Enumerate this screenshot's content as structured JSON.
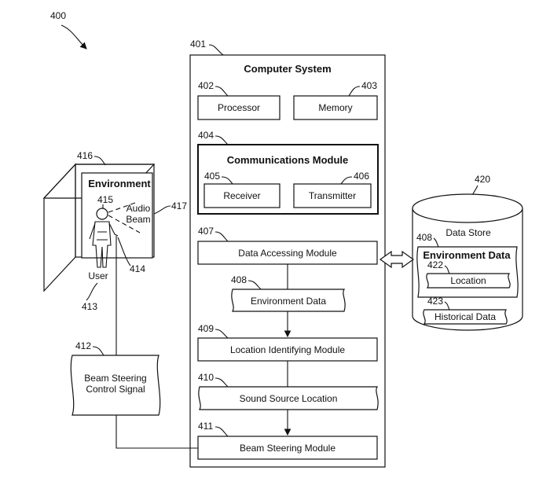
{
  "figure_number": "400",
  "computer_system": {
    "ref": "401",
    "title": "Computer System",
    "processor": {
      "ref": "402",
      "label": "Processor"
    },
    "memory": {
      "ref": "403",
      "label": "Memory"
    },
    "comms": {
      "ref": "404",
      "title": "Communications Module",
      "receiver": {
        "ref": "405",
        "label": "Receiver"
      },
      "transmitter": {
        "ref": "406",
        "label": "Transmitter"
      }
    },
    "data_accessing": {
      "ref": "407",
      "label": "Data Accessing Module"
    },
    "environment_data": {
      "ref": "408",
      "label": "Environment Data"
    },
    "location_identifying": {
      "ref": "409",
      "label": "Location Identifying Module"
    },
    "sound_source": {
      "ref": "410",
      "label": "Sound Source Location"
    },
    "beam_steering": {
      "ref": "411",
      "label": "Beam Steering Module"
    }
  },
  "control_signal": {
    "ref": "412",
    "line1": "Beam Steering",
    "line2": "Control Signal"
  },
  "environment": {
    "ref": "416",
    "title": "Environment",
    "user_ref": "413",
    "user_label": "User",
    "mic_ref": "414",
    "head_ref": "415",
    "beam_ref": "417",
    "beam_line1": "Audio",
    "beam_line2": "Beam"
  },
  "data_store": {
    "ref": "420",
    "title": "Data Store",
    "env_ref": "408",
    "env_label": "Environment Data",
    "location_ref": "422",
    "location_label": "Location",
    "historical_ref": "423",
    "historical_label": "Historical Data"
  }
}
